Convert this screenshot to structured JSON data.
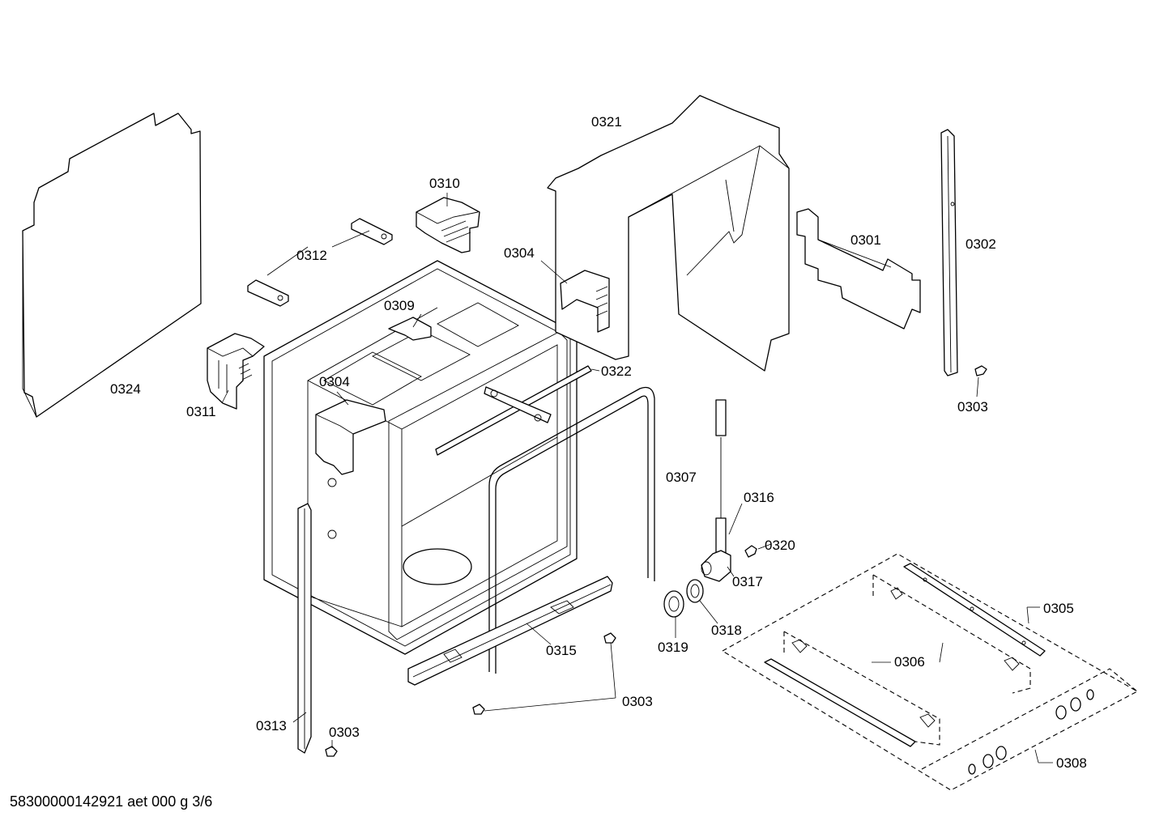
{
  "labels": {
    "p0301": "0301",
    "p0302": "0302",
    "p0303_a": "0303",
    "p0303_b": "0303",
    "p0303_c": "0303",
    "p0304_a": "0304",
    "p0304_b": "0304",
    "p0305": "0305",
    "p0306": "0306",
    "p0307": "0307",
    "p0308": "0308",
    "p0309": "0309",
    "p0310": "0310",
    "p0311": "0311",
    "p0312": "0312",
    "p0313": "0313",
    "p0315": "0315",
    "p0316": "0316",
    "p0317": "0317",
    "p0318": "0318",
    "p0319": "0319",
    "p0320": "0320",
    "p0321": "0321",
    "p0322": "0322",
    "p0324": "0324"
  },
  "footer": {
    "caption": "58300000142921 aet 000 g 3/6"
  }
}
